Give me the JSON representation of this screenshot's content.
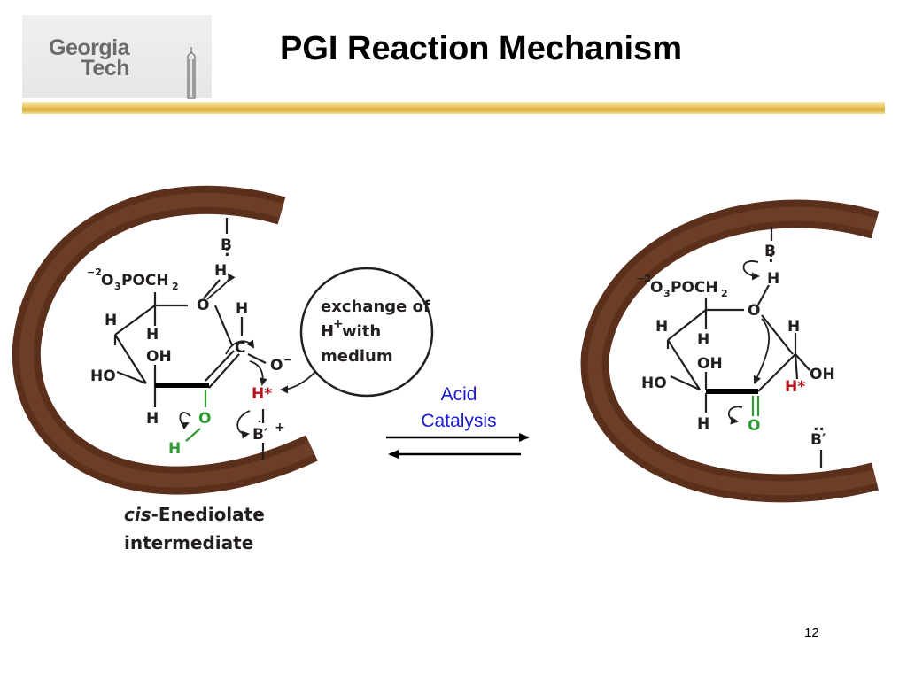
{
  "header": {
    "logo": {
      "line1": "Georgia",
      "line2": "Tech"
    },
    "title": "PGI Reaction Mechanism"
  },
  "left_structure": {
    "base_top": {
      "label": "B",
      "lone_pair": ":"
    },
    "h_on_base": "H",
    "phosphate_charge": "−2",
    "phosphate_o": "O",
    "phosphate_sub": "3",
    "phosphate_poch": "POCH",
    "phosphate_sub2": "2",
    "ring_o": "O",
    "c1_h": "H",
    "c1_label": "C",
    "o_minus": "O",
    "o_minus_charge": "−",
    "h_left": "H",
    "h_left2": "H",
    "oh": "OH",
    "ho": "HO",
    "h_bottom": "H",
    "o_green": "O",
    "h_green": "H",
    "h_star": "H*",
    "base_bottom": "B′",
    "base_bottom_charge": "+"
  },
  "bubble": {
    "line1": "exchange of",
    "line2": "H",
    "line2_sup": "+",
    "line2_rest": " with",
    "line3": "medium"
  },
  "left_caption": {
    "italic": "cis",
    "rest": "-Enediolate",
    "line2": "intermediate"
  },
  "condition": {
    "line1": "Acid",
    "line2": "Catalysis"
  },
  "right_structure": {
    "base_top": "B",
    "lone_pair": ":",
    "h_top": "H",
    "phosphate_charge": "−2",
    "phosphate_o": "O",
    "phosphate_sub": "3",
    "phosphate_poch": "POCH",
    "phosphate_sub2": "2",
    "ring_o": "O",
    "h_left": "H",
    "h_left2": "H",
    "h_right": "H",
    "oh_mid": "OH",
    "oh_right": "OH",
    "ho": "HO",
    "h_star": "H*",
    "h_bottom": "H",
    "o_green": "O",
    "base_bottom": "B′",
    "base_bottom_lp": ".."
  },
  "footer": {
    "page_number": "12"
  },
  "colors": {
    "gold": "#e0b84c",
    "enzyme_brown": "#5a2f1c",
    "red_label": "#b5121b",
    "green_label": "#2e9b35",
    "condition_blue": "#1b1bd6"
  }
}
